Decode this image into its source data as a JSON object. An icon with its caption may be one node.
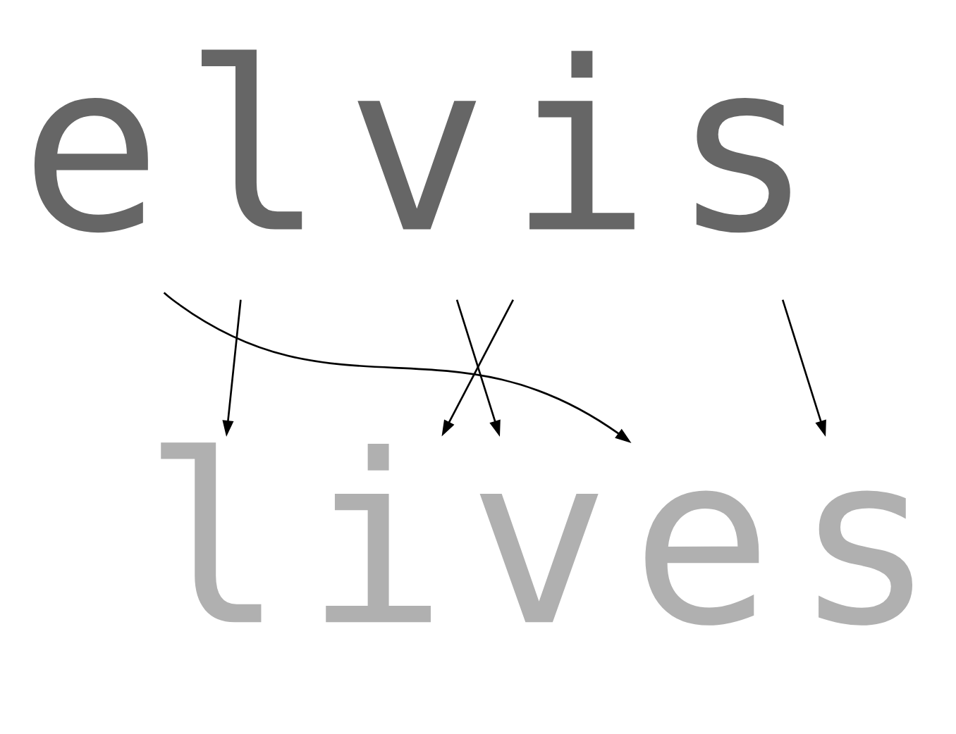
{
  "diagram": {
    "nodes": [
      {
        "text": [
          "e"
        ]
      },
      {
        "text": [
          "l"
        ]
      },
      {
        "text": [
          "v"
        ]
      },
      {
        "text": [
          "i"
        ]
      },
      {
        "text": [
          "s"
        ]
      },
      {
        "text": [
          "l"
        ]
      },
      {
        "text": [
          "i"
        ]
      },
      {
        "text": [
          "v"
        ]
      },
      {
        "text": [
          "e"
        ]
      },
      {
        "text": [
          "s"
        ]
      }
    ],
    "edges": [
      {
        "from": 0,
        "to": 8,
        "arrow": "to"
      },
      {
        "from": 1,
        "to": 5,
        "arrow": "to"
      },
      {
        "from": 2,
        "to": 7,
        "arrow": "to"
      },
      {
        "from": 3,
        "to": 6,
        "arrow": "to"
      },
      {
        "from": 4,
        "to": 9,
        "arrow": "to"
      }
    ]
  }
}
